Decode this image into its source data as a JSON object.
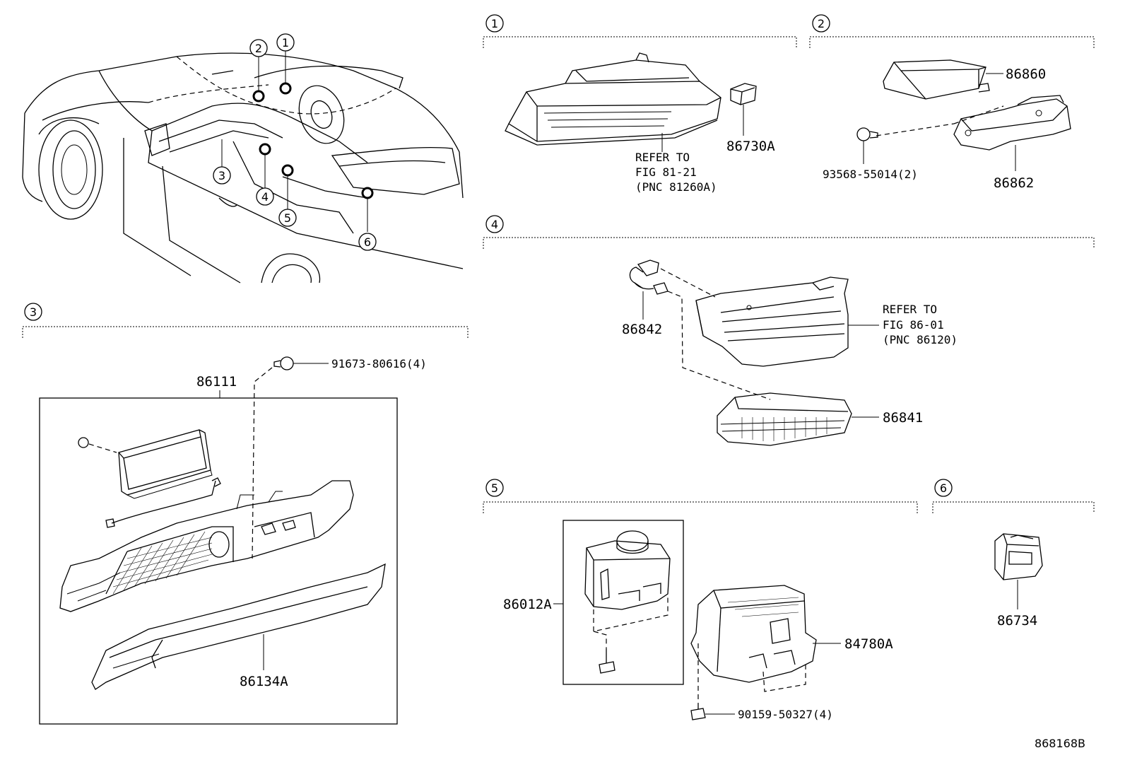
{
  "sections": {
    "s1": {
      "num": "1"
    },
    "s2": {
      "num": "2"
    },
    "s3": {
      "num": "3"
    },
    "s4": {
      "num": "4"
    },
    "s5": {
      "num": "5"
    },
    "s6": {
      "num": "6"
    }
  },
  "overview_callouts": [
    "1",
    "2",
    "3",
    "4",
    "5",
    "6"
  ],
  "parts": {
    "p86730A": "86730A",
    "ref1_line1": "REFER TO",
    "ref1_line2": "FIG 81-21",
    "ref1_line3": "(PNC 81260A)",
    "p86860": "86860",
    "p86862": "86862",
    "p93568": "93568-55014(2)",
    "p91673": "91673-80616(4)",
    "p86111": "86111",
    "p86134A": "86134A",
    "p86842": "86842",
    "p86841": "86841",
    "ref4_line1": "REFER TO",
    "ref4_line2": "FIG 86-01",
    "ref4_line3": "(PNC 86120)",
    "p86012A": "86012A",
    "p84780A": "84780A",
    "p90159": "90159-50327(4)",
    "p86734": "86734"
  },
  "figure_id": "868168B"
}
